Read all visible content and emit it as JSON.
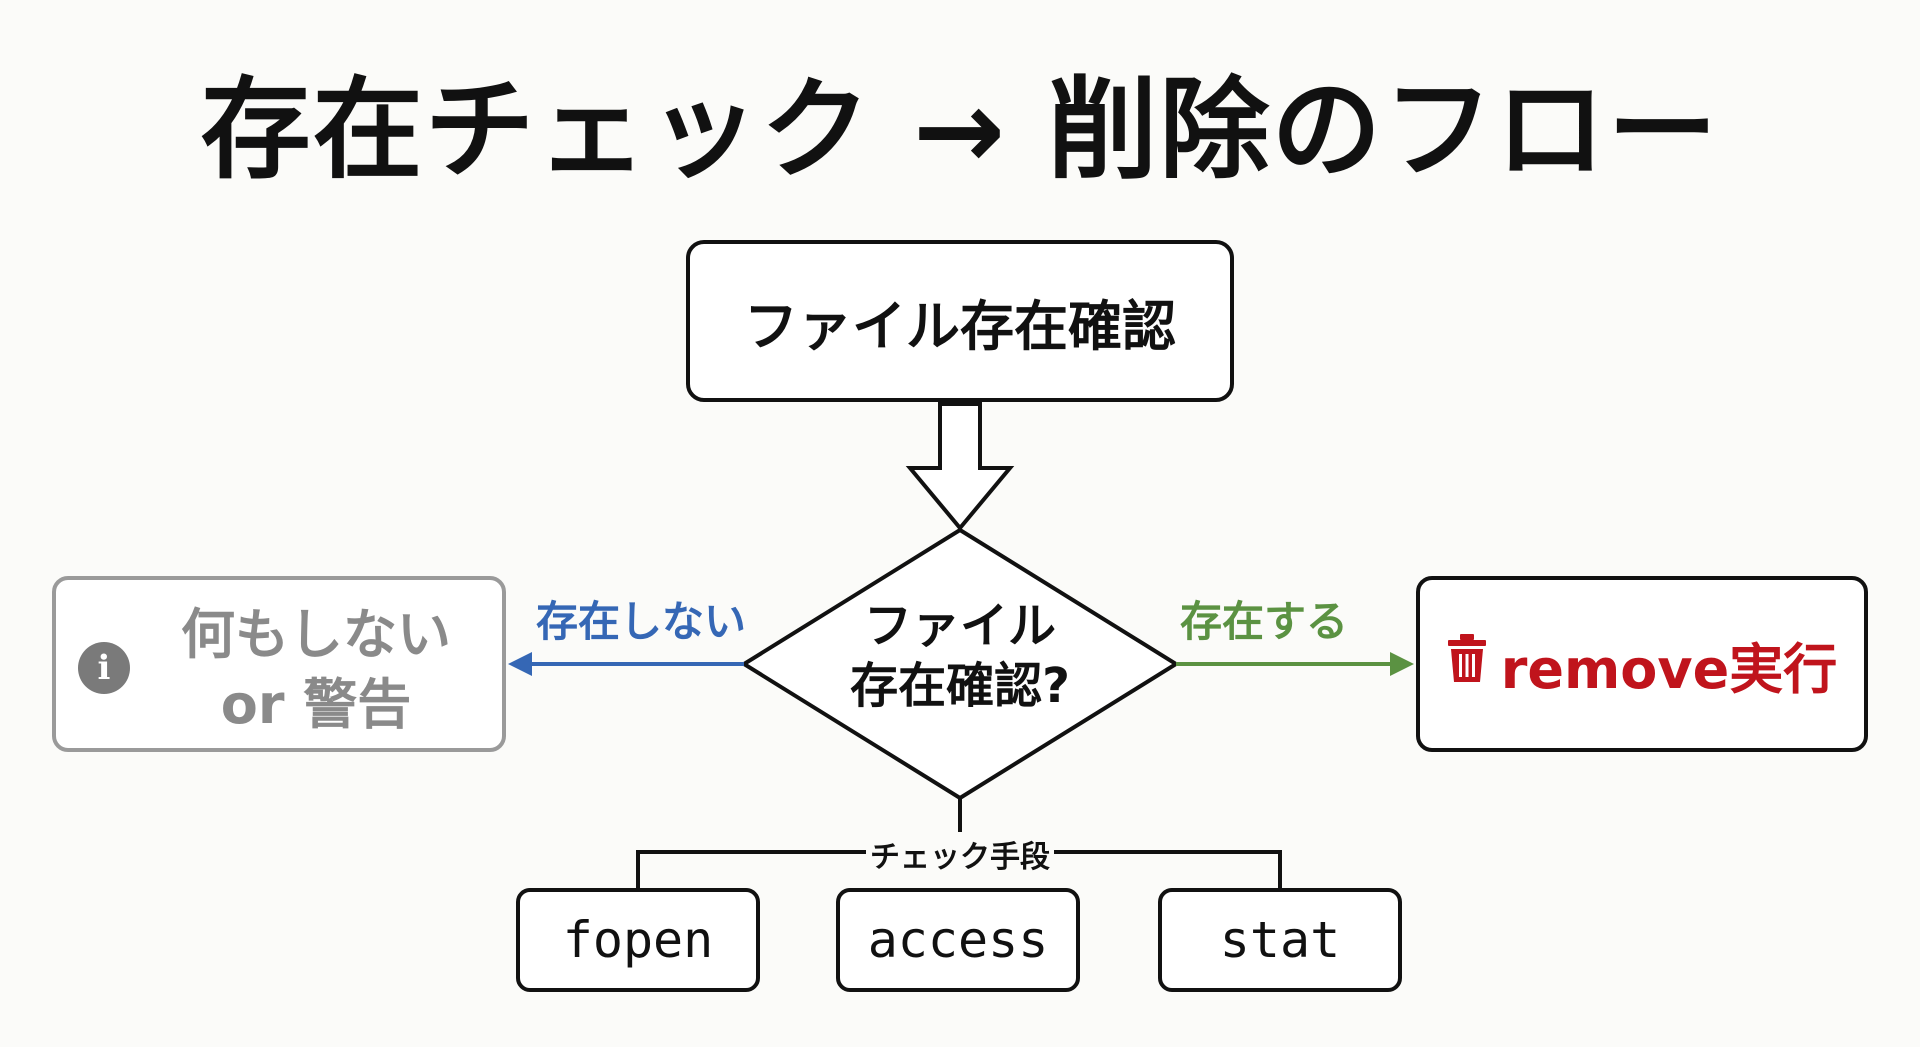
{
  "title": "存在チェック → 削除のフロー",
  "start_node": {
    "label": "ファイル存在確認"
  },
  "decision_node": {
    "line1": "ファイル",
    "line2": "存在確認?"
  },
  "branch_no": {
    "label": "存在しない",
    "color": "#3567b5",
    "result_line1": "何もしない",
    "result_line2": "or 警告",
    "icon": "info-icon"
  },
  "branch_yes": {
    "label": "存在する",
    "color": "#5b9242",
    "result": "remove実行",
    "result_color": "#c0141c",
    "icon": "trash-icon"
  },
  "methods": {
    "label": "チェック手段",
    "items": [
      "fopen",
      "access",
      "stat"
    ]
  }
}
